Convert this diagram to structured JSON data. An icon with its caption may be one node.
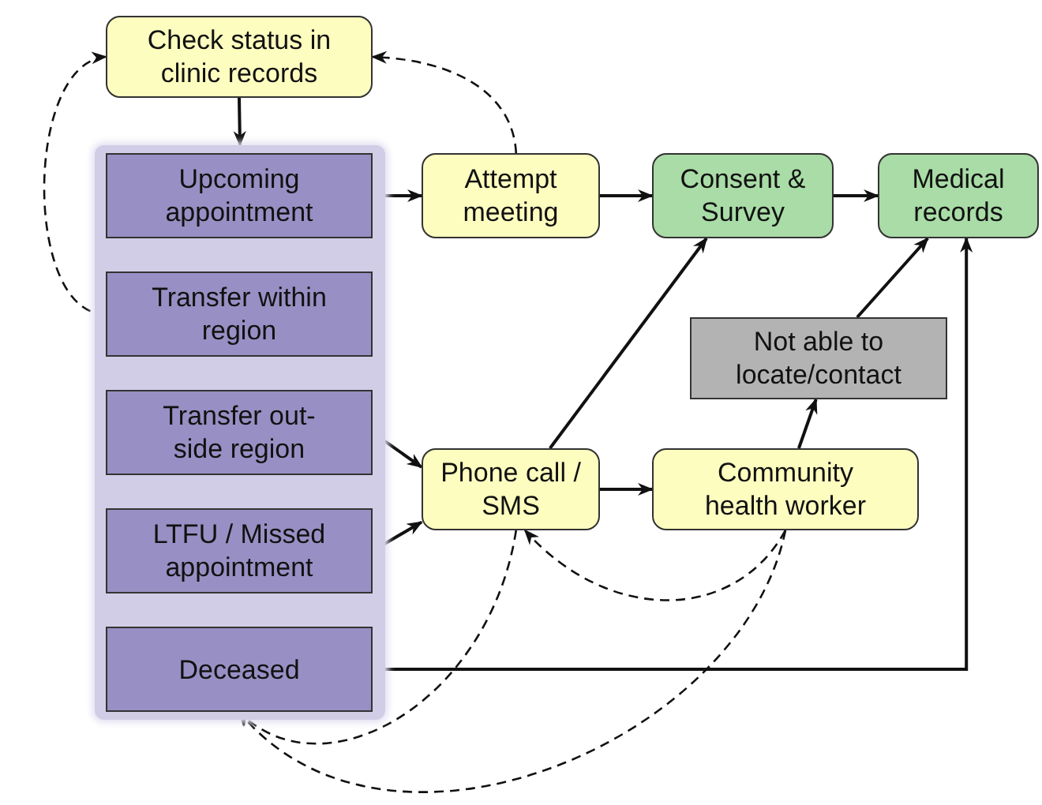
{
  "diagram": {
    "nodes": [
      {
        "text": [
          "Check status in clinic records"
        ]
      },
      {
        "text": [],
        "shape": "box"
      },
      {
        "text": [
          "Upcoming appointment"
        ],
        "in": 1
      },
      {
        "text": [
          "Transfer within region"
        ],
        "in": 1
      },
      {
        "text": [
          "Transfer out-side region"
        ],
        "in": 1
      },
      {
        "text": [
          "LTFU / Missed appointment"
        ],
        "in": 1
      },
      {
        "text": [
          "Deceased"
        ],
        "in": 1
      },
      {
        "text": [
          "Attempt meeting"
        ]
      },
      {
        "text": [
          "Consent & Survey"
        ]
      },
      {
        "text": [
          "Medical records"
        ]
      },
      {
        "text": [
          "Not able to locate/contact"
        ]
      },
      {
        "text": [
          "Phone call / SMS"
        ]
      },
      {
        "text": [
          "Community health worker"
        ]
      }
    ],
    "edges": [
      {
        "from": 0,
        "to": 1,
        "arrow": "to"
      },
      {
        "from": 2,
        "to": 7,
        "arrow": "to"
      },
      {
        "from": 7,
        "to": 8,
        "arrow": "to"
      },
      {
        "from": 8,
        "to": 9,
        "arrow": "to"
      },
      {
        "from": 7,
        "to": 0,
        "arrow": "to",
        "style": "dashed"
      },
      {
        "from": 3,
        "to": 0,
        "arrow": "to",
        "style": "dashed"
      },
      {
        "from": 4,
        "to": 11,
        "arrow": "to"
      },
      {
        "from": 5,
        "to": 11,
        "arrow": "to"
      },
      {
        "from": 11,
        "to": 8,
        "arrow": "to"
      },
      {
        "from": 11,
        "to": 12,
        "arrow": "to"
      },
      {
        "from": 12,
        "to": 10,
        "arrow": "to"
      },
      {
        "from": 10,
        "to": 9,
        "arrow": "to"
      },
      {
        "from": 6,
        "to": 9,
        "arrow": "to"
      },
      {
        "from": 12,
        "to": 11,
        "arrow": "to",
        "style": "dashed"
      },
      {
        "from": 11,
        "to": 6,
        "arrow": "to",
        "style": "dashed"
      },
      {
        "from": 12,
        "to": 6,
        "arrow": "to",
        "style": "dashed"
      }
    ]
  }
}
